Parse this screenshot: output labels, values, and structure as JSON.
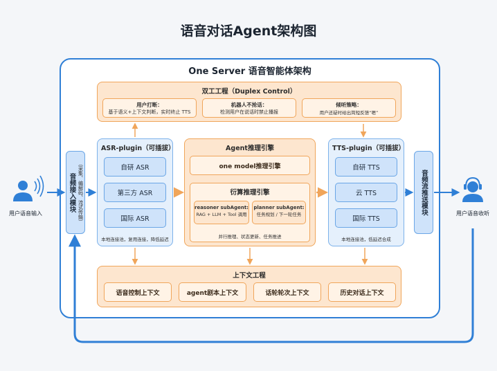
{
  "title": "语音对话Agent架构图",
  "server": {
    "title": "One Server 语音智能体架构"
  },
  "duplex": {
    "title": "双工工程（Duplex Control）",
    "items": [
      {
        "title": "用户打断：",
        "desc": "基于语义+上下文判断，实时终止 TTS"
      },
      {
        "title": "机器人不抢话：",
        "desc": "检测用户在说话时禁止播报"
      },
      {
        "title": "倾听策略：",
        "desc": "用户还疑时给出简短反馈“嗯”"
      }
    ]
  },
  "asr": {
    "title": "ASR-plugin（可插拔）",
    "items": [
      "自研 ASR",
      "第三方 ASR",
      "国际 ASR"
    ],
    "footer": "本地连接池，复用连接，降低延迟"
  },
  "agent": {
    "title": "Agent推理引擎",
    "one_model": "one model推理引擎",
    "derive": {
      "title": "衍算推理引擎",
      "reasoner": {
        "title": "reasoner subAgent:",
        "desc": "RAG + LLM + Tool 调用"
      },
      "planner": {
        "title": "planner subAgent:",
        "desc": "任务规划 / 下一轮任务"
      },
      "footer": "并行推理、状态更新、任务推进"
    }
  },
  "tts": {
    "title": "TTS-plugin（可插拔）",
    "items": [
      "自研 TTS",
      "云 TTS",
      "国际 TTS"
    ],
    "footer": "本地连接池，低延迟合成"
  },
  "context": {
    "title": "上下文工程",
    "items": [
      "语音控制上下文",
      "agent剧本上下文",
      "话轮轮次上下文",
      "历史对话上下文"
    ]
  },
  "audio_in": {
    "title": "音频接入模块",
    "sub": "（采集、编解码、流式传输）"
  },
  "audio_out": {
    "title": "音频流推送模块"
  },
  "user_in": {
    "label": "用户语音输入"
  },
  "user_out": {
    "label": "用户语音收听"
  },
  "colors": {
    "blue": "#2f7fd6",
    "orange": "#f0a55a"
  }
}
